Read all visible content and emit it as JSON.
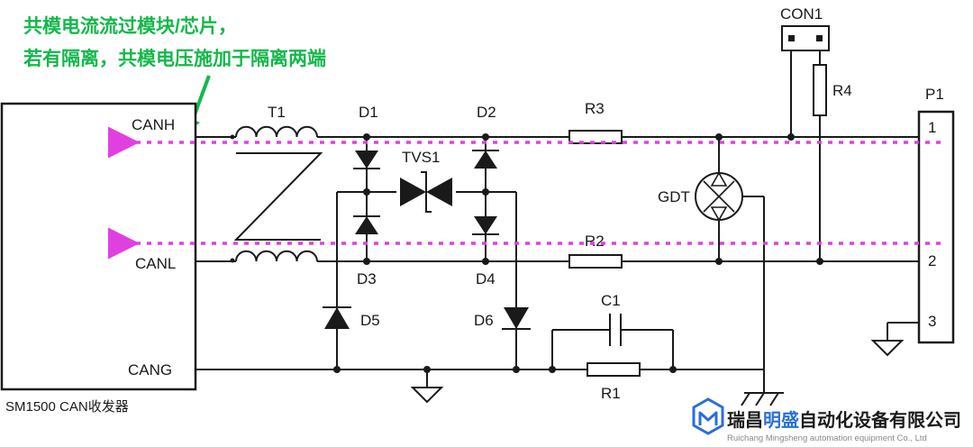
{
  "annotation": {
    "line1": "共模电流流过模块/芯片，",
    "line2": "若有隔离，共模电压施加于隔离两端",
    "color": "#14b84a"
  },
  "chip": {
    "name": "SM1500 CAN收发器",
    "pins": {
      "canh": "CANH",
      "canl": "CANL",
      "cang": "CANG"
    }
  },
  "components": {
    "t1": "T1",
    "d1": "D1",
    "d2": "D2",
    "d3": "D3",
    "d4": "D4",
    "d5": "D5",
    "d6": "D6",
    "tvs1": "TVS1",
    "r1": "R1",
    "r2": "R2",
    "r3": "R3",
    "r4": "R4",
    "c1": "C1",
    "gdt": "GDT",
    "con1": "CON1",
    "p1": "P1"
  },
  "connector_pins": {
    "pin1": "1",
    "pin2": "2",
    "pin3": "3"
  },
  "current_path_color": "#e040e0",
  "logo": {
    "name_prefix": "瑞昌",
    "name_highlight": "明盛",
    "name_suffix": "自动化设备有限公司",
    "name_en": "Ruichang Mingsheng automation equipment Co., Ltd",
    "accent": "#2a6fd6"
  }
}
